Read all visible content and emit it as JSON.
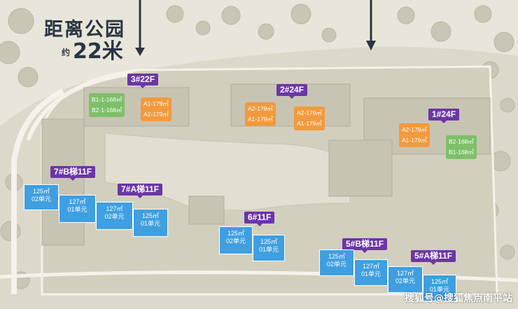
{
  "headline": {
    "title": "距离公园",
    "prefix": "约",
    "distance": "22米"
  },
  "buildings": [
    {
      "id": "b3",
      "tag": "3#22F"
    },
    {
      "id": "b2",
      "tag": "2#24F"
    },
    {
      "id": "b1",
      "tag": "1#24F"
    },
    {
      "id": "b7b",
      "tag": "7#B梯11F"
    },
    {
      "id": "b7a",
      "tag": "7#A梯11F"
    },
    {
      "id": "b6",
      "tag": "6#11F"
    },
    {
      "id": "b5b",
      "tag": "5#B梯11F"
    },
    {
      "id": "b5a",
      "tag": "5#A梯11F"
    }
  ],
  "info_boxes": {
    "b3_green": [
      "B1-1-168㎡",
      "B2-1-168㎡"
    ],
    "b3_orange": [
      "A1-179㎡",
      "A2-179㎡"
    ],
    "b2_left": [
      "A2-179㎡",
      "A1-179㎡"
    ],
    "b2_right": [
      "A2-179㎡",
      "A1-179㎡"
    ],
    "b1_orange": [
      "A2-179㎡",
      "A1-179㎡"
    ],
    "b1_green": [
      "B2-168㎡",
      "B1-168㎡"
    ]
  },
  "units": [
    {
      "area": "125㎡",
      "label": "02单元"
    },
    {
      "area": "127㎡",
      "label": "01单元"
    },
    {
      "area": "127㎡",
      "label": "02单元"
    },
    {
      "area": "125㎡",
      "label": "01单元"
    },
    {
      "area": "125㎡",
      "label": "02单元"
    },
    {
      "area": "125㎡",
      "label": "01单元"
    },
    {
      "area": "125㎡",
      "label": "02单元"
    },
    {
      "area": "127㎡",
      "label": "01单元"
    },
    {
      "area": "127㎡",
      "label": "02单元"
    },
    {
      "area": "125㎡",
      "label": "01单元"
    }
  ],
  "watermark": "搜狐号@搜狐焦点南平站",
  "colors": {
    "tag": "#6b36a6",
    "unit": "#3f9fe0",
    "green": "#7ec06a",
    "orange": "#f29a3e"
  }
}
